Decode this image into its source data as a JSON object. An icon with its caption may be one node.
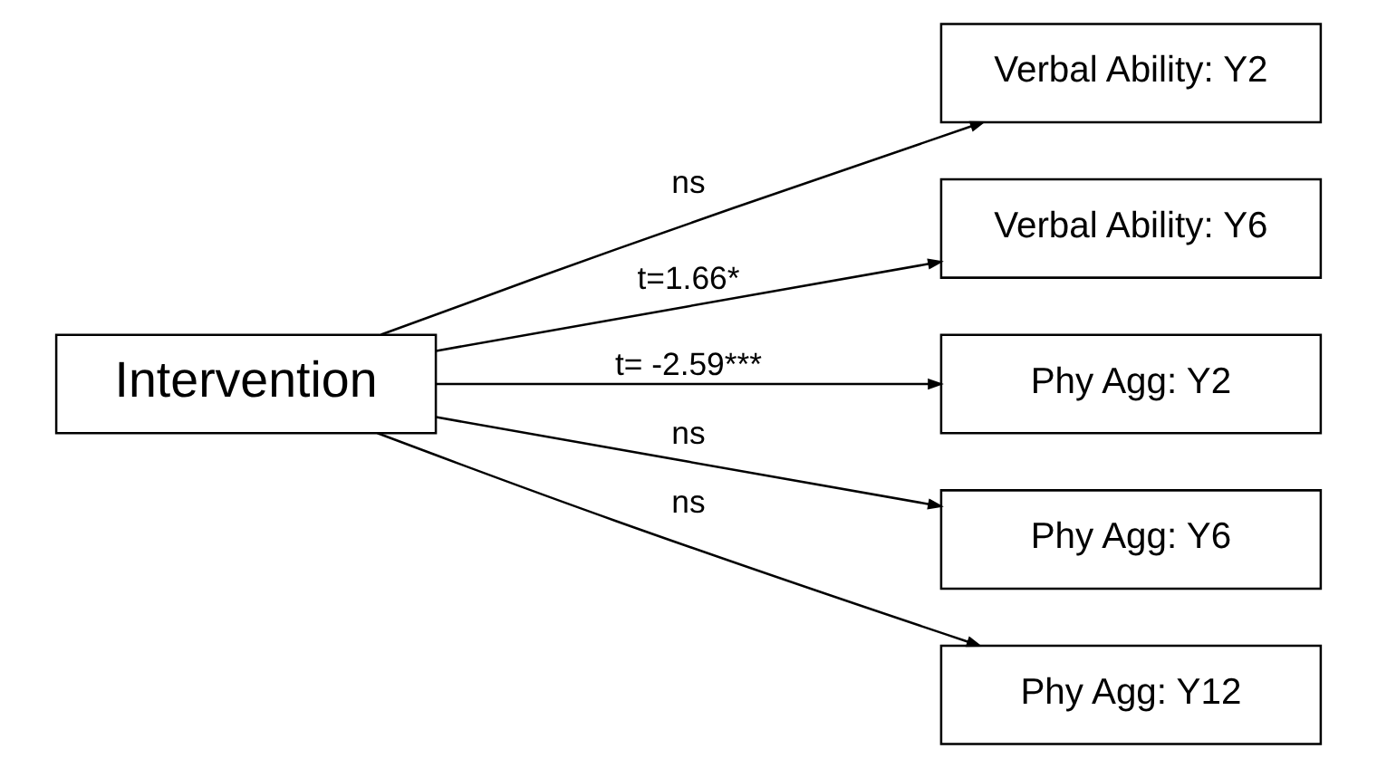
{
  "diagram": {
    "nodes": [
      {
        "text": [
          "Intervention"
        ]
      },
      {
        "text": [
          "Verbal Ability: Y2"
        ]
      },
      {
        "text": [
          "Verbal Ability: Y6"
        ]
      },
      {
        "text": [
          "Phy Agg: Y2"
        ]
      },
      {
        "text": [
          "Phy Agg: Y6"
        ]
      },
      {
        "text": [
          "Phy Agg: Y12"
        ]
      }
    ],
    "edges": [
      {
        "from": 0,
        "to": 1,
        "arrow": "to",
        "label": "ns"
      },
      {
        "from": 0,
        "to": 2,
        "arrow": "to",
        "label": "t=1.66*"
      },
      {
        "from": 0,
        "to": 3,
        "arrow": "to",
        "label": "t= -2.59***"
      },
      {
        "from": 0,
        "to": 4,
        "arrow": "to",
        "label": "ns"
      },
      {
        "from": 0,
        "to": 5,
        "arrow": "to",
        "label": "ns"
      }
    ]
  }
}
